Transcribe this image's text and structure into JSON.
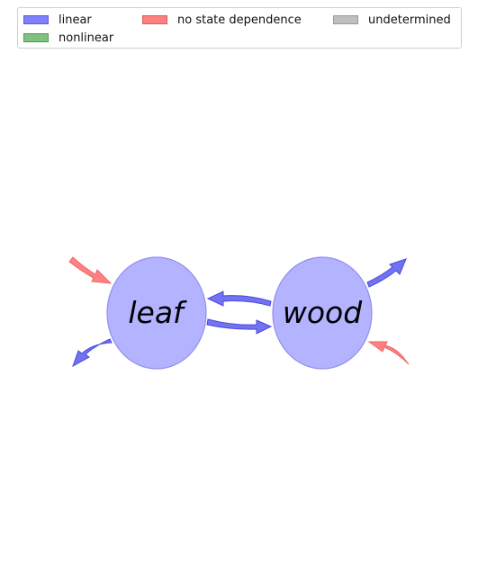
{
  "legend": {
    "items": [
      {
        "label": "linear",
        "fill": "#8080ff",
        "stroke": "#5a5ae6"
      },
      {
        "label": "nonlinear",
        "fill": "#80c080",
        "stroke": "#4f9f4f"
      },
      {
        "label": "no state dependence",
        "fill": "#ff8080",
        "stroke": "#e05a5a"
      },
      {
        "label": "undetermined",
        "fill": "#bfbfbf",
        "stroke": "#9a9a9a"
      }
    ]
  },
  "nodes": [
    {
      "id": "leaf",
      "label": "leaf"
    },
    {
      "id": "wood",
      "label": "wood"
    }
  ],
  "fluxes": [
    {
      "id": "input-to-leaf",
      "from": "outside",
      "to": "leaf",
      "type": "no state dependence"
    },
    {
      "id": "leaf-to-outside",
      "from": "leaf",
      "to": "outside",
      "type": "linear"
    },
    {
      "id": "leaf-to-wood",
      "from": "leaf",
      "to": "wood",
      "type": "linear"
    },
    {
      "id": "wood-to-leaf",
      "from": "wood",
      "to": "leaf",
      "type": "linear"
    },
    {
      "id": "wood-to-outside",
      "from": "wood",
      "to": "outside",
      "type": "linear"
    },
    {
      "id": "input-to-wood",
      "from": "outside",
      "to": "wood",
      "type": "no state dependence"
    }
  ],
  "colors": {
    "node_fill": "#b3b3ff",
    "node_stroke": "#8f8ff0",
    "linear_arrow_fill": "#7272f2",
    "linear_arrow_stroke": "#4a4ad8",
    "input_arrow_fill": "#ff7a7a",
    "input_arrow_stroke": "#e66"
  }
}
